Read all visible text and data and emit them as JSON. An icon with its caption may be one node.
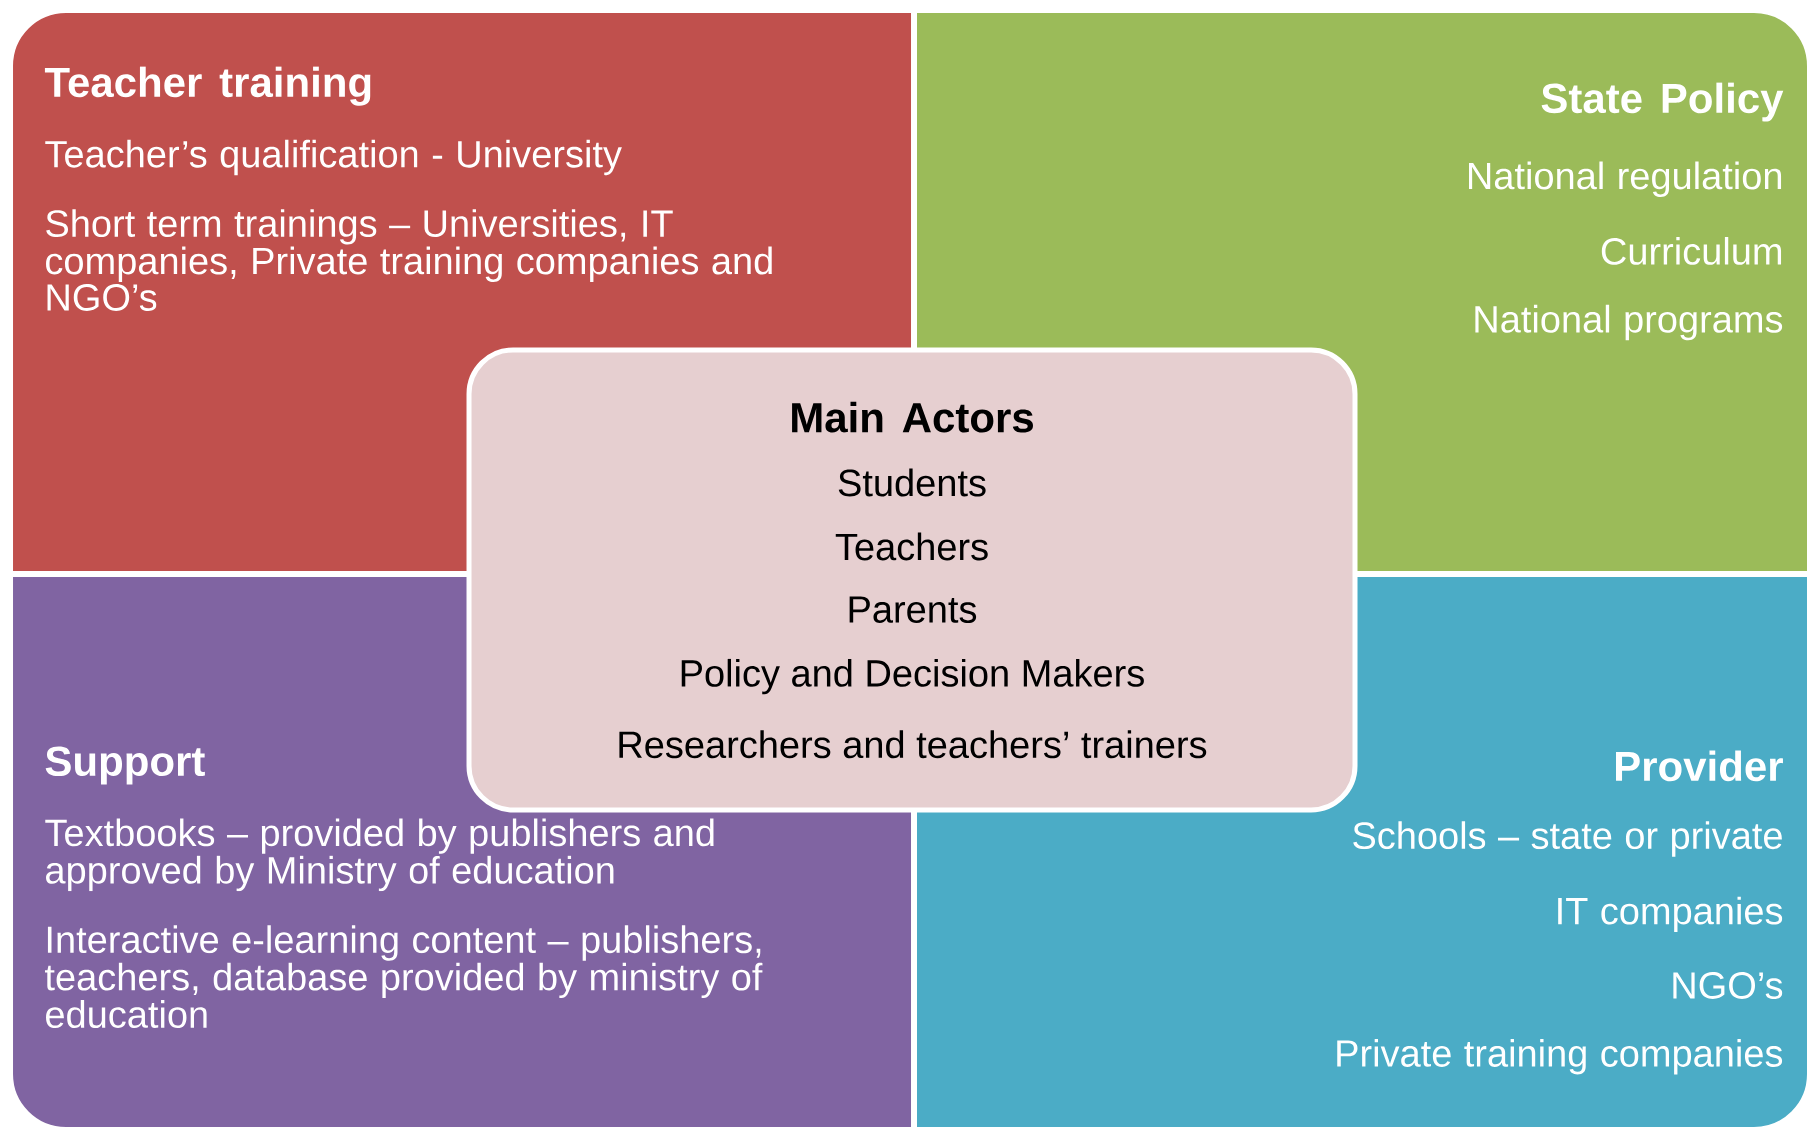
{
  "diagram": {
    "nodes": [
      {
        "text": [
          "Teacher training",
          "Teacher’s qualification -  University",
          "Short term trainings – Universities, IT companies, Private training companies and NGO’s"
        ]
      },
      {
        "text": [
          "State Policy",
          "National regulation",
          "Curriculum",
          "National programs"
        ]
      },
      {
        "text": [
          "Main Actors",
          "Students",
          "Teachers",
          "Parents",
          "Policy and Decision Makers",
          "Researchers and teachers’ trainers"
        ]
      },
      {
        "text": [
          "Support",
          "Textbooks – provided by publishers and approved by Ministry of education",
          "Interactive e-learning content – publishers, teachers, database provided by ministry of education"
        ]
      },
      {
        "text": [
          "Provider",
          "Schools – state or private",
          "IT companies",
          "NGO’s",
          "Private training companies"
        ]
      }
    ]
  }
}
